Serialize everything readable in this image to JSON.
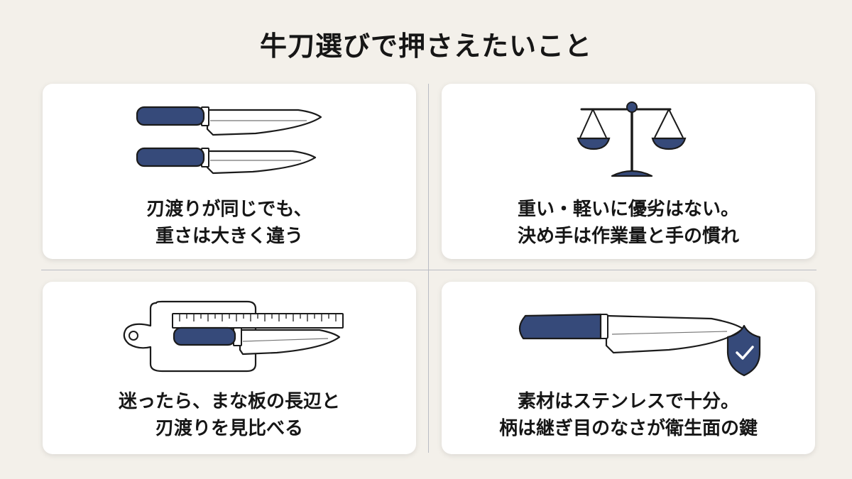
{
  "title": "牛刀選びで押さえたいこと",
  "colors": {
    "background": "#f3f0ea",
    "card": "#ffffff",
    "accent_navy": "#364a7a",
    "outline": "#1b1b1b"
  },
  "cards": [
    {
      "icon": "two-knives-icon",
      "line1": "刃渡りが同じでも、",
      "line2": "重さは大きく違う"
    },
    {
      "icon": "balance-scale-icon",
      "line1": "重い・軽いに優劣はない。",
      "line2": "決め手は作業量と手の慣れ"
    },
    {
      "icon": "cutting-board-ruler-knife-icon",
      "line1": "迷ったら、まな板の長辺と",
      "line2": "刃渡りを見比べる"
    },
    {
      "icon": "knife-shield-check-icon",
      "line1": "素材はステンレスで十分。",
      "line2": "柄は継ぎ目のなさが衛生面の鍵"
    }
  ]
}
